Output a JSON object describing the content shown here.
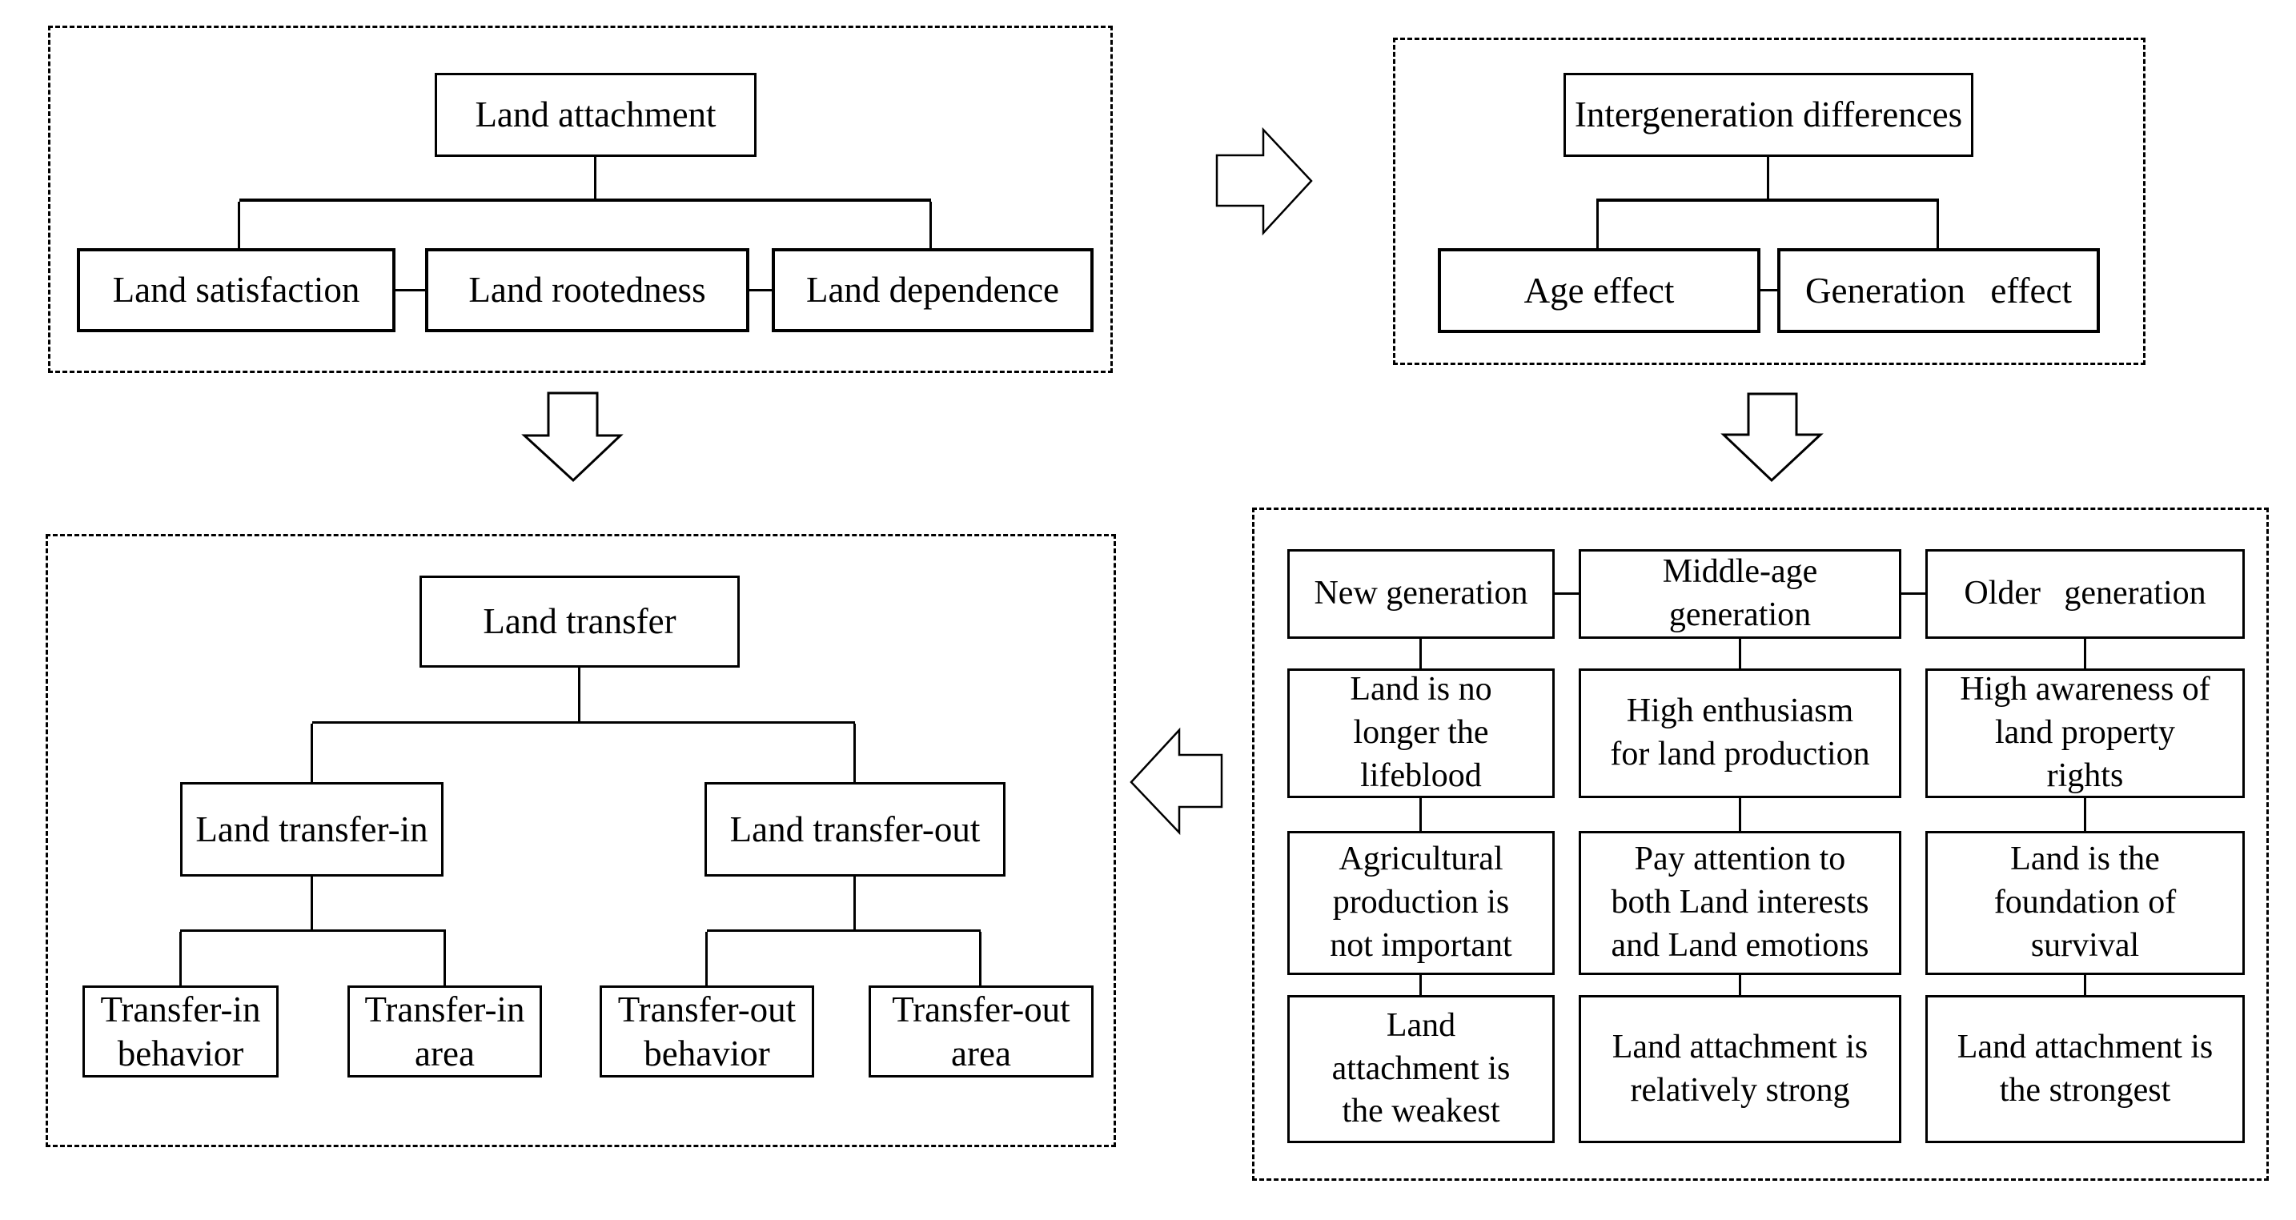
{
  "colors": {
    "background": "#ffffff",
    "line": "#000000",
    "box_fill": "#ffffff"
  },
  "icons": {
    "arrow_top_middle": "right-block-arrow",
    "arrow_below_left_panel": "down-block-arrow",
    "arrow_below_right_panel": "down-block-arrow",
    "arrow_bottom_middle": "left-block-arrow"
  },
  "panel_land_attachment": {
    "root": "Land attachment",
    "children": [
      "Land satisfaction",
      "Land rootedness",
      "Land dependence"
    ]
  },
  "panel_intergeneration": {
    "root": "Intergeneration differences",
    "children": [
      "Age effect",
      "Generation effect"
    ]
  },
  "panel_land_transfer": {
    "root": "Land transfer",
    "children": [
      "Land transfer-in",
      "Land transfer-out"
    ],
    "leaves": [
      "Transfer-in\nbehavior",
      "Transfer-in\narea",
      "Transfer-out\nbehavior",
      "Transfer-out\narea"
    ]
  },
  "panel_generations": {
    "headers": [
      "New generation",
      "Middle-age\ngeneration",
      "Older generation"
    ],
    "col_new": [
      "Land is no\nlonger the\nlifeblood",
      "Agricultural\nproduction is\nnot important",
      "Land\nattachment is\nthe weakest"
    ],
    "col_middle": [
      "High enthusiasm\nfor land production",
      "Pay attention to\nboth Land interests\nand Land emotions",
      "Land attachment is\nrelatively strong"
    ],
    "col_older": [
      "High awareness of\nland property\nrights",
      "Land is the\nfoundation of\nsurvival",
      "Land attachment is\nthe strongest"
    ]
  }
}
